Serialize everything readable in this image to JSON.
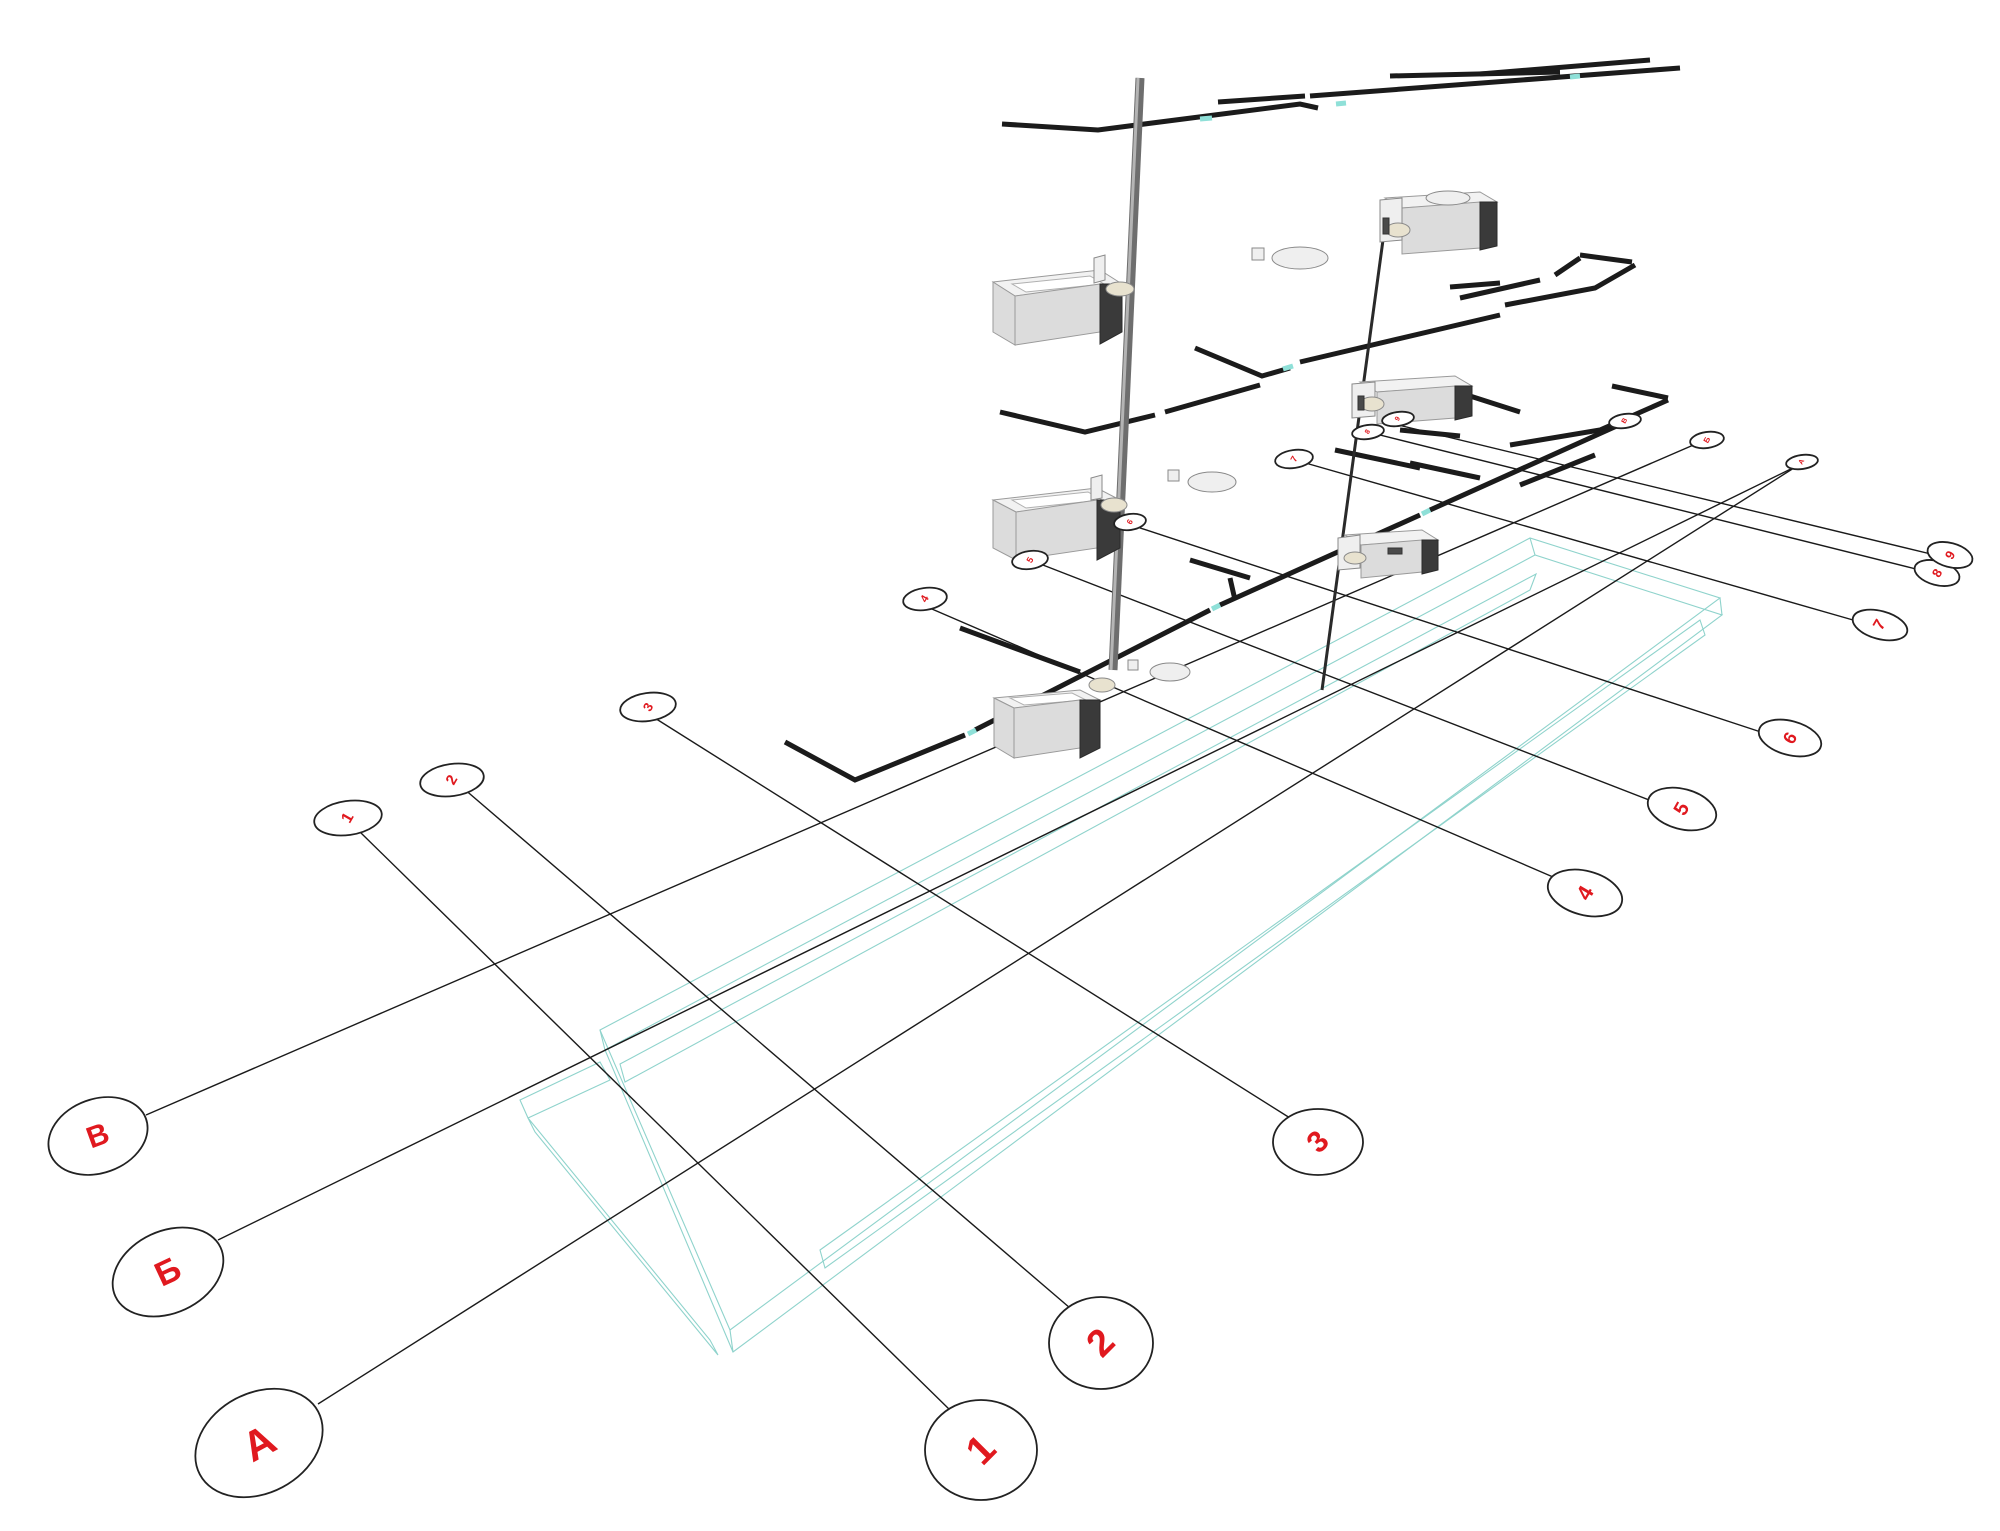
{
  "axes": {
    "letters": [
      "В",
      "Б",
      "А"
    ],
    "numbers": [
      "1",
      "2",
      "3",
      "4",
      "5",
      "6",
      "7",
      "8",
      "9"
    ]
  },
  "colors": {
    "label": "#e0191f",
    "slab_outline": "#8fd3cc",
    "pipe": "#1b1b1b",
    "riser": "#6e6e6e",
    "pipe_joint": "#8fe0d8"
  }
}
